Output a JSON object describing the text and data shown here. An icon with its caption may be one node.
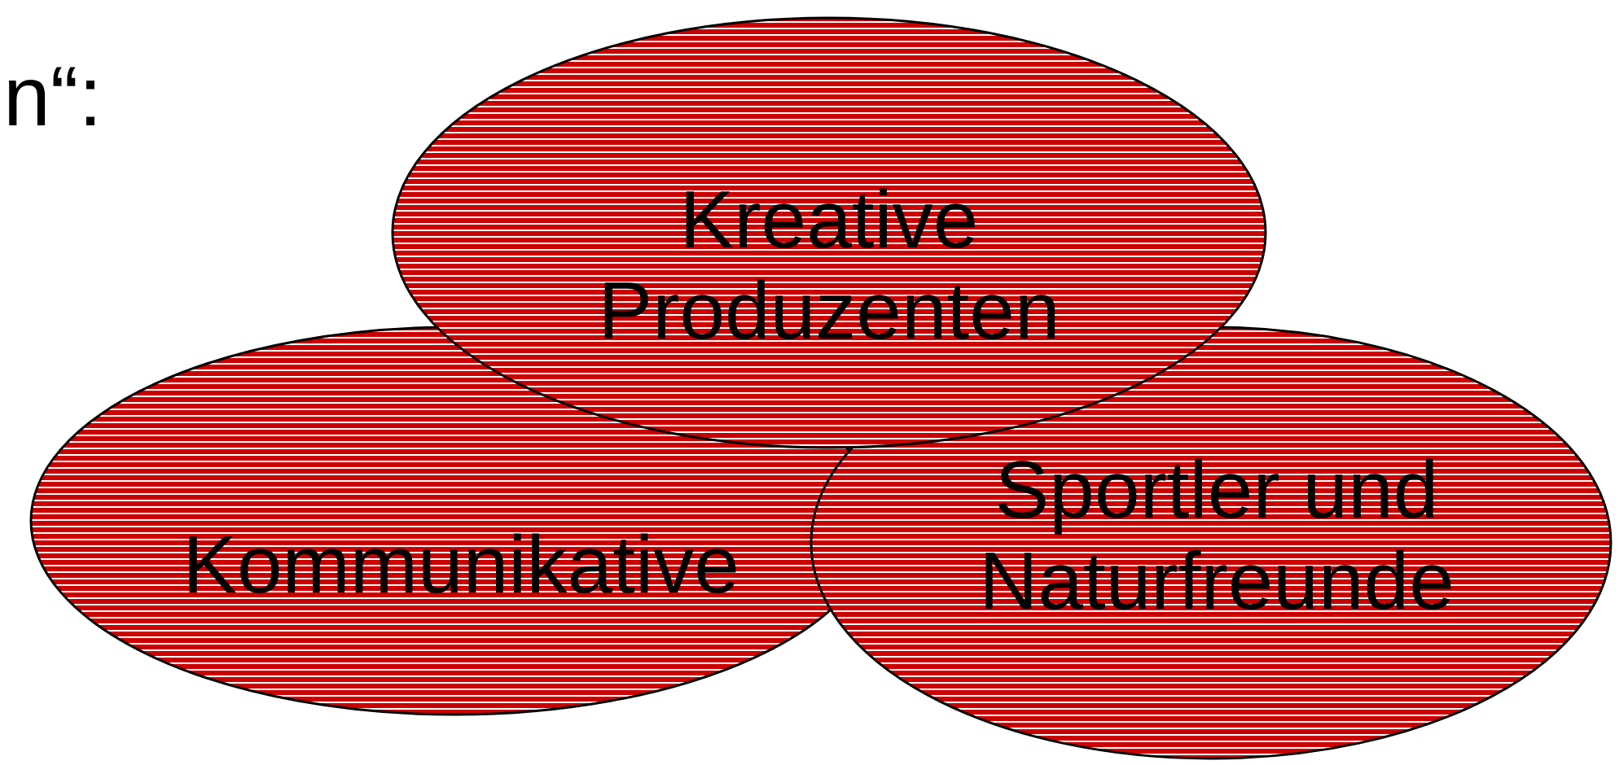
{
  "diagram": {
    "nodes": [
      {
        "text": [
          "Kreative Produzenten"
        ]
      },
      {
        "text": [
          "Kommunikative"
        ]
      },
      {
        "text": [
          "Sportler und Naturfreunde"
        ]
      }
    ],
    "labels": [
      "n“:"
    ]
  }
}
